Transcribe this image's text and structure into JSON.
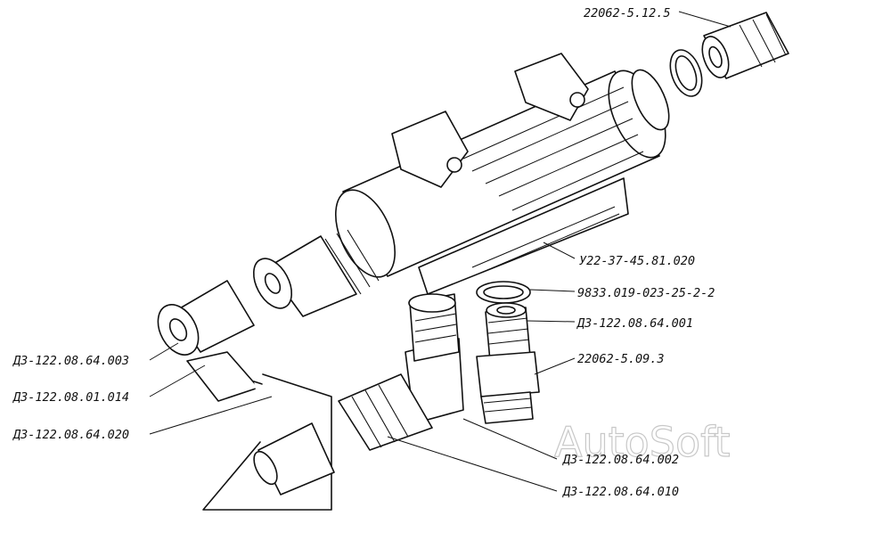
{
  "colors": {
    "ink": "#111111",
    "paper": "#ffffff",
    "watermark": "#c8c8c8"
  },
  "watermark": "AutoSoft",
  "labels": {
    "nipple_top": "22062-5.12.5",
    "body": "У22-37-45.81.020",
    "ring": "9833.019-023-25-2-2",
    "bushing": "Д3-122.08.64.001",
    "nipple_mid": "22062-5.09.3",
    "cap_nut": "Д3-122.08.64.003",
    "tee": "Д3-122.08.01.014",
    "tube": "Д3-122.08.64.020",
    "adapter": "Д3-122.08.64.002",
    "nut": "Д3-122.08.64.010"
  }
}
